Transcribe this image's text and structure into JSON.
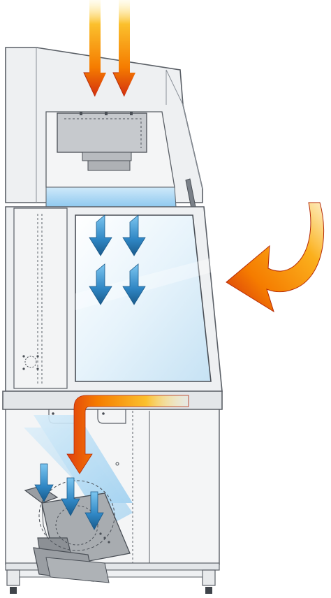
{
  "diagram": {
    "components": [
      {
        "id": "cabinet-body",
        "icon": "cabinet-icon"
      },
      {
        "id": "filter-unit",
        "icon": "filter-icon"
      },
      {
        "id": "work-window",
        "icon": "glass-sash-icon"
      },
      {
        "id": "blower-assembly",
        "icon": "fan-icon"
      },
      {
        "id": "support-stand",
        "icon": "stand-icon"
      }
    ],
    "flows": [
      {
        "id": "intake-air",
        "color": "#e8501a",
        "icon": "arrow-down-icon"
      },
      {
        "id": "inflow-air",
        "color": "#e8501a",
        "icon": "curved-arrow-icon"
      },
      {
        "id": "return-air",
        "color": "#e8501a",
        "icon": "bent-arrow-icon"
      },
      {
        "id": "laminar-downflow",
        "color": "#1f6fa8",
        "icon": "arrow-down-icon"
      },
      {
        "id": "blower-feed",
        "color": "#1f6fa8",
        "icon": "arrow-down-icon"
      }
    ],
    "colors": {
      "hot_light": "#fbc02d",
      "hot_mid": "#f57c00",
      "hot_dark": "#d32f0f",
      "cool_light": "#5fb4e6",
      "cool_dark": "#1a5a8a",
      "glass": "#d6ecf9",
      "panel": "#eef0f2",
      "line": "#5a5f66"
    }
  }
}
